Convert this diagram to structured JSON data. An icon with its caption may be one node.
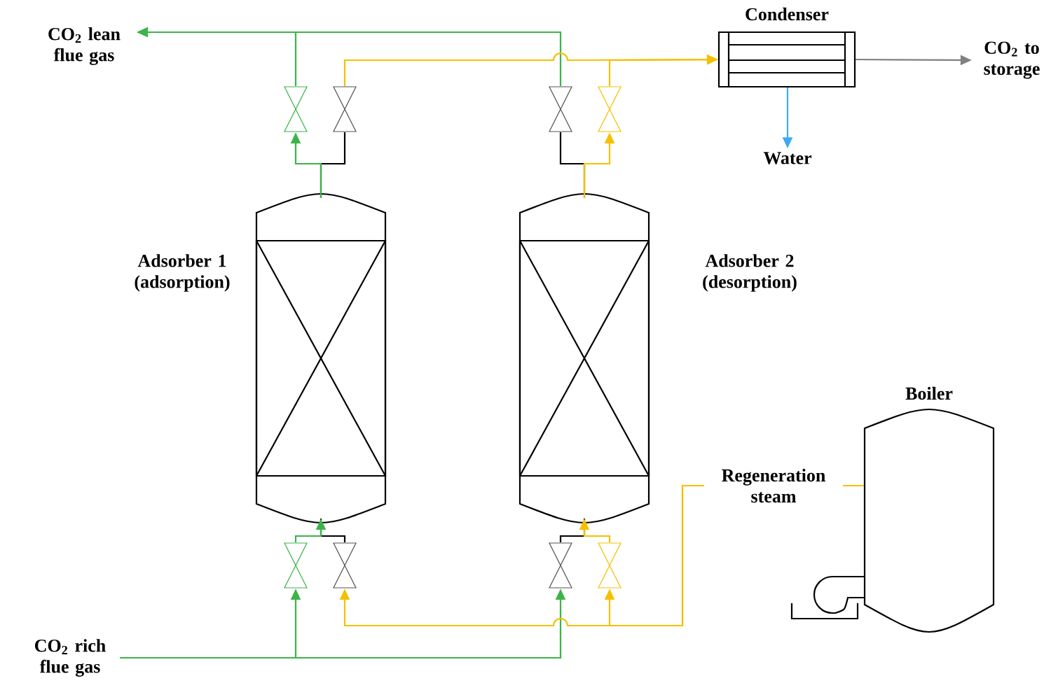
{
  "diagram": {
    "nodes": [
      {
        "text": [
          "CO$_{2}$ lean flue gas"
        ]
      },
      {
        "text": [
          "Adsorber 1 (adsorption)"
        ]
      },
      {
        "text": [
          "Adsorber 2 (desorption)"
        ]
      },
      {
        "text": [
          "Condenser"
        ]
      },
      {
        "text": [
          "CO$_{2}$ to storage"
        ]
      },
      {
        "text": [
          "Water"
        ]
      },
      {
        "text": [
          "Boiler"
        ]
      },
      {
        "text": [
          "CO$_{2}$ rich flue gas"
        ]
      },
      {
        "text": [],
        "shape": "valve"
      },
      {
        "text": [],
        "shape": "valve"
      },
      {
        "text": [],
        "shape": "valve"
      },
      {
        "text": [],
        "shape": "valve"
      },
      {
        "text": [],
        "shape": "valve"
      },
      {
        "text": [],
        "shape": "valve"
      },
      {
        "text": [],
        "shape": "valve"
      },
      {
        "text": [],
        "shape": "valve"
      }
    ],
    "edges": [
      {
        "from": 1,
        "to": 8,
        "arrow": "to",
        "color": "#3cb44a"
      },
      {
        "from": 1,
        "to": 9,
        "arrow": "none",
        "color": "#000000"
      },
      {
        "from": 8,
        "to": 0,
        "arrow": "to",
        "color": "#3cb44a"
      },
      {
        "from": 10,
        "to": 0,
        "arrow": "to",
        "color": "#3cb44a"
      },
      {
        "from": 9,
        "to": 3,
        "arrow": "to",
        "color": "#f5c000"
      },
      {
        "from": 11,
        "to": 3,
        "arrow": "to",
        "color": "#f5c000"
      },
      {
        "from": 2,
        "to": 10,
        "arrow": "none",
        "color": "#000000"
      },
      {
        "from": 2,
        "to": 11,
        "arrow": "to",
        "color": "#f5c000"
      },
      {
        "from": 3,
        "to": 4,
        "arrow": "to",
        "color": "#808080"
      },
      {
        "from": 3,
        "to": 5,
        "arrow": "to",
        "color": "#3fa9f5"
      },
      {
        "from": 7,
        "to": 12,
        "arrow": "to",
        "color": "#3cb44a"
      },
      {
        "from": 7,
        "to": 14,
        "arrow": "to",
        "color": "#3cb44a"
      },
      {
        "from": 12,
        "to": 1,
        "arrow": "to",
        "color": "#3cb44a"
      },
      {
        "from": 13,
        "to": 1,
        "arrow": "none",
        "color": "#000000"
      },
      {
        "from": 14,
        "to": 2,
        "arrow": "none",
        "color": "#000000"
      },
      {
        "from": 15,
        "to": 2,
        "arrow": "to",
        "color": "#f5c000"
      },
      {
        "from": 6,
        "to": 13,
        "arrow": "to",
        "label": "Regeneration steam",
        "color": "#f5c000"
      },
      {
        "from": 6,
        "to": 15,
        "arrow": "to",
        "color": "#f5c000"
      }
    ]
  }
}
